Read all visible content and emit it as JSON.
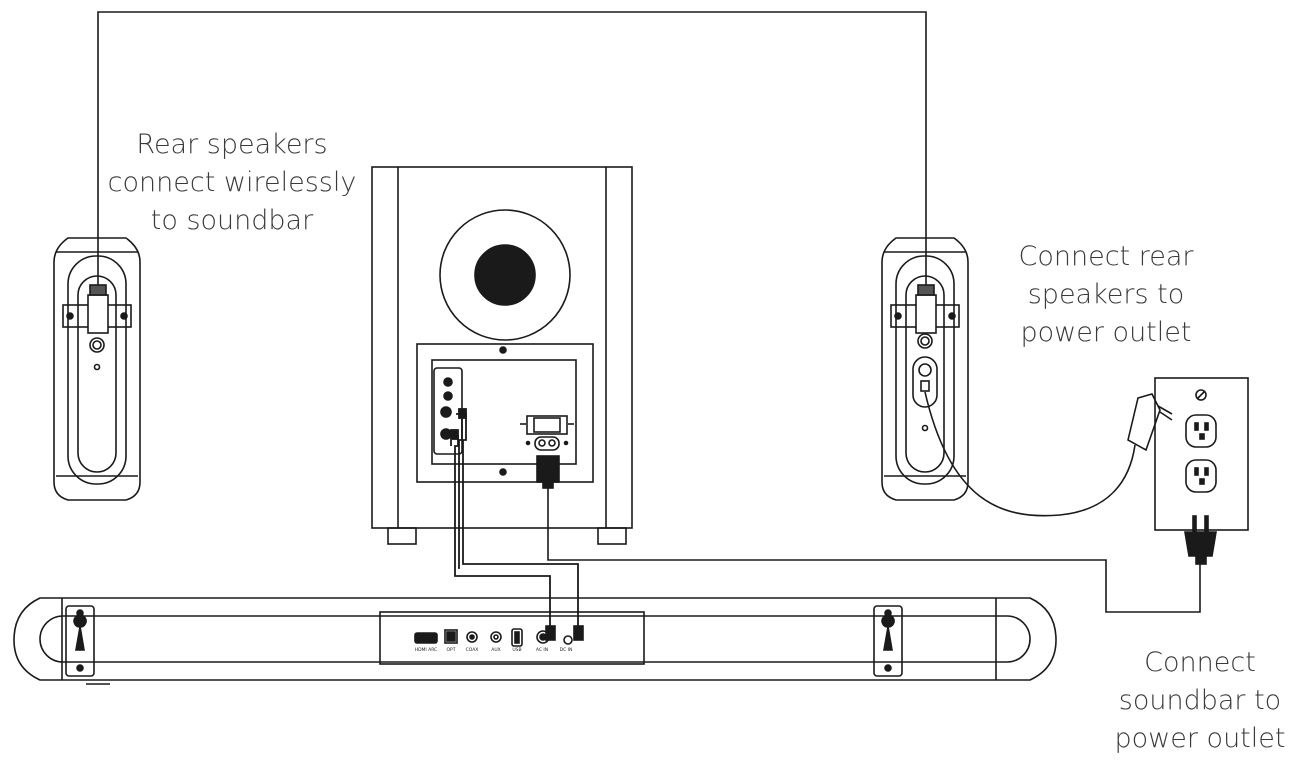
{
  "labels": {
    "rear_wireless": [
      "Rear speakers",
      "connect wirelessly",
      "to soundbar"
    ],
    "rear_power": [
      "Connect rear",
      "speakers to",
      "power outlet"
    ],
    "soundbar_power": [
      "Connect",
      "soundbar to",
      "power outlet"
    ]
  },
  "soundbar_ports": [
    "HDMI ARC",
    "OPT",
    "COAX",
    "AUX",
    "USB",
    "AC IN",
    "DC IN"
  ],
  "colors": {
    "line": "#1a1a1a",
    "text": "#3a3a3a",
    "background": "#ffffff"
  }
}
